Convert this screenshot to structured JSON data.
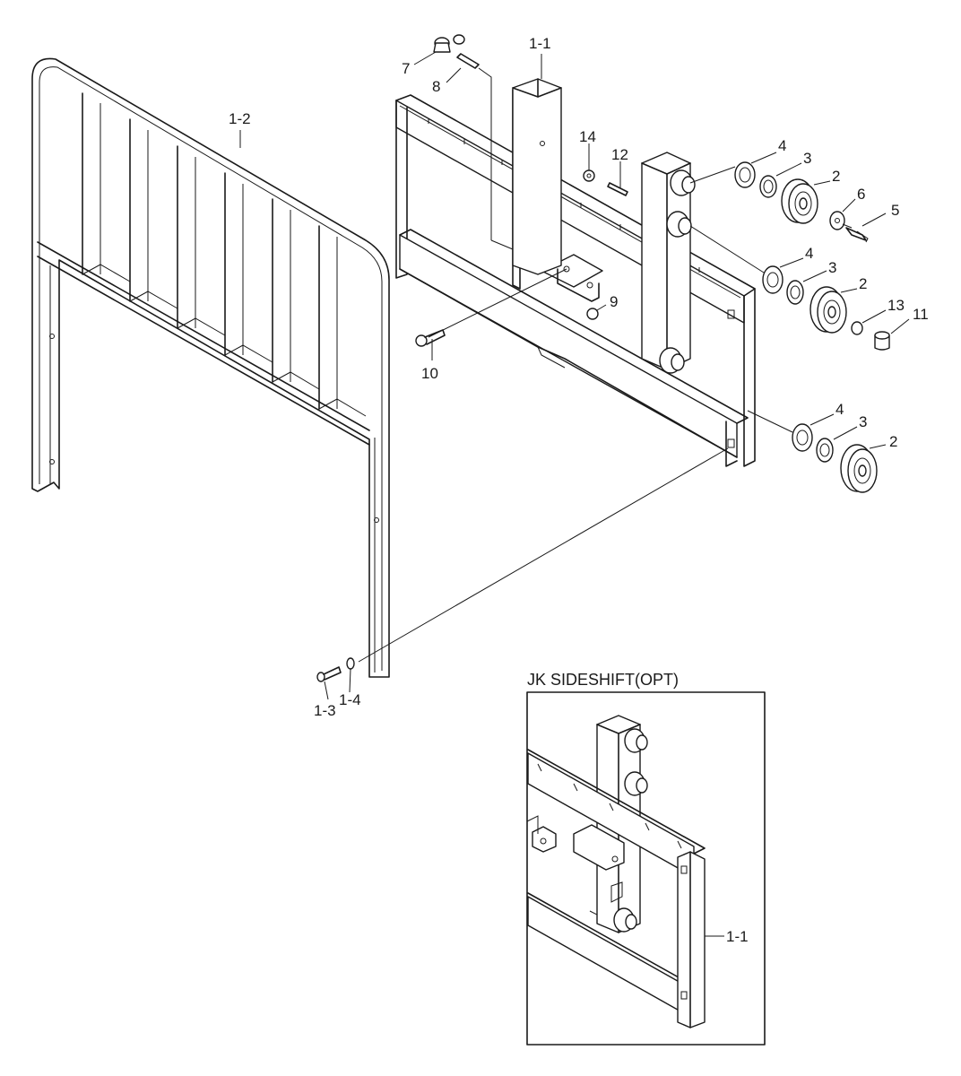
{
  "labels": {
    "p1_1": "1-1",
    "p1_2": "1-2",
    "p1_3": "1-3",
    "p1_4": "1-4",
    "p2a": "2",
    "p2b": "2",
    "p2c": "2",
    "p3a": "3",
    "p3b": "3",
    "p3c": "3",
    "p4a": "4",
    "p4b": "4",
    "p4c": "4",
    "p5": "5",
    "p6": "6",
    "p7": "7",
    "p8": "8",
    "p9": "9",
    "p10": "10",
    "p11": "11",
    "p12": "12",
    "p13": "13",
    "p14": "14",
    "inset_p1_1": "1-1"
  },
  "inset": {
    "title": "JK SIDESHIFT(OPT)"
  }
}
